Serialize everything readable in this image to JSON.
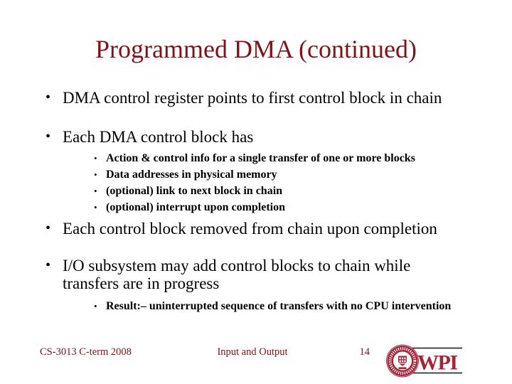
{
  "slide": {
    "title": "Programmed DMA (continued)",
    "bullet1": "DMA control register points to first control block in chain",
    "bullet2": "Each DMA control block has",
    "bullet2_subs": [
      "Action & control info for a single transfer of one or more blocks",
      "Data addresses in physical memory",
      "(optional) link to next block in chain",
      "(optional) interrupt upon completion"
    ],
    "bullet3": "Each control block removed from chain upon completion",
    "bullet4": "I/O subsystem may add control blocks to chain while transfers are in progress",
    "bullet4_sub": "Result:– uninterrupted sequence of transfers with no CPU intervention"
  },
  "footer": {
    "course": "CS-3013 C-term 2008",
    "section": "Input and Output",
    "page_number": "14",
    "logo_text": "WPI"
  },
  "colors": {
    "title_maroon": "#7e1418",
    "wpi_crimson": "#A32638",
    "body_text": "#000000"
  }
}
